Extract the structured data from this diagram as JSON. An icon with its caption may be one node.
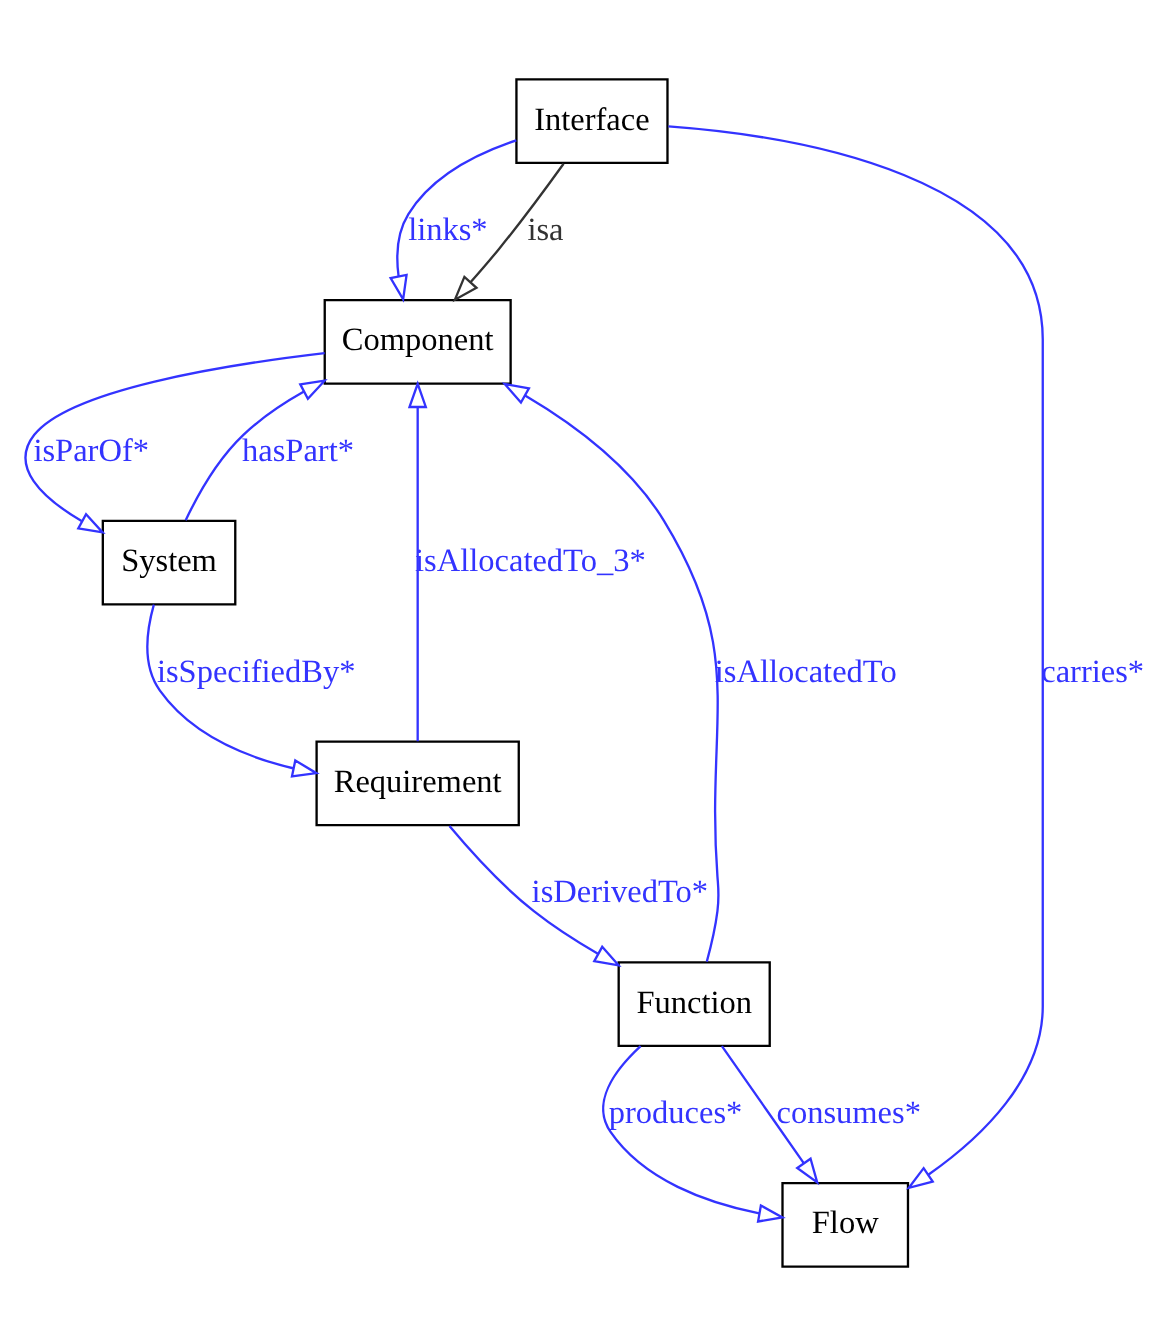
{
  "diagram": {
    "nodes": [
      {
        "text": [
          "Interface"
        ]
      },
      {
        "text": [
          "Component"
        ]
      },
      {
        "text": [
          "System"
        ]
      },
      {
        "text": [
          "Requirement"
        ]
      },
      {
        "text": [
          "Function"
        ]
      },
      {
        "text": [
          "Flow"
        ]
      }
    ],
    "edges": [
      {
        "from": 0,
        "to": 1,
        "arrow": "to",
        "label": "links*"
      },
      {
        "from": 0,
        "to": 1,
        "arrow": "to",
        "label": "isa",
        "color": "#333333"
      },
      {
        "from": 0,
        "to": 5,
        "arrow": "to",
        "label": "carries*"
      },
      {
        "from": 1,
        "to": 2,
        "arrow": "to",
        "label": "isParOf*"
      },
      {
        "from": 2,
        "to": 1,
        "arrow": "to",
        "label": "hasPart*"
      },
      {
        "from": 2,
        "to": 3,
        "arrow": "to",
        "label": "isSpecifiedBy*"
      },
      {
        "from": 3,
        "to": 1,
        "arrow": "to",
        "label": "isAllocatedTo_3*"
      },
      {
        "from": 3,
        "to": 4,
        "arrow": "to",
        "label": "isDerivedTo*"
      },
      {
        "from": 4,
        "to": 1,
        "arrow": "to",
        "label": "isAllocatedTo"
      },
      {
        "from": 4,
        "to": 5,
        "arrow": "to",
        "label": "produces*"
      },
      {
        "from": 4,
        "to": 5,
        "arrow": "to",
        "label": "consumes*"
      }
    ]
  }
}
